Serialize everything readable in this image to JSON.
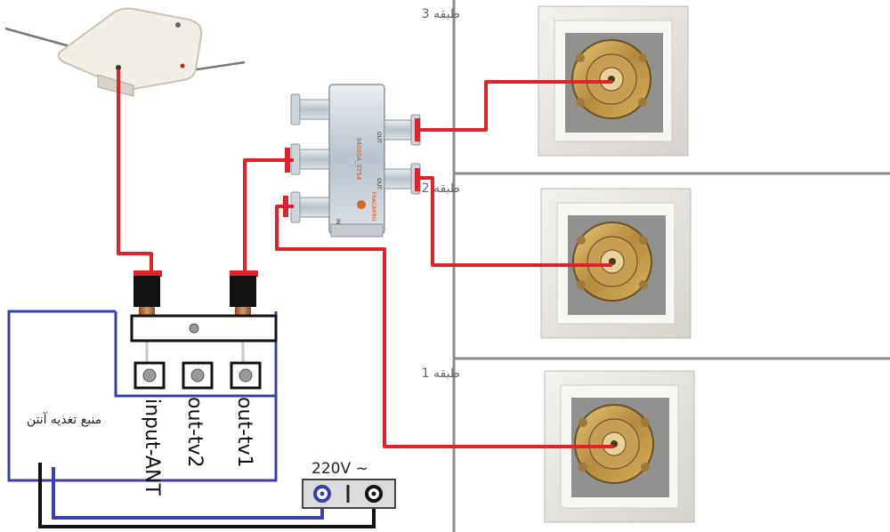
{
  "floors": [
    {
      "label": "طبقه 3"
    },
    {
      "label": "طبقه 2"
    },
    {
      "label": "طبقه 1"
    }
  ],
  "power_supply": {
    "label": "منبع تغذیه آنتن",
    "terminals": [
      "input-ANT",
      "out-tv2",
      "out-tv1"
    ]
  },
  "mains": {
    "label": "220V ~"
  },
  "splitter": {
    "model": "3400SA_ST54",
    "brand": "FRACARRO",
    "port_in": "IN",
    "port_out": "OUT"
  },
  "colors": {
    "coax": "#e0232a",
    "supply_loop": "#3a40a8",
    "power_wire": "#111111",
    "divider": "#8c8c8c"
  }
}
